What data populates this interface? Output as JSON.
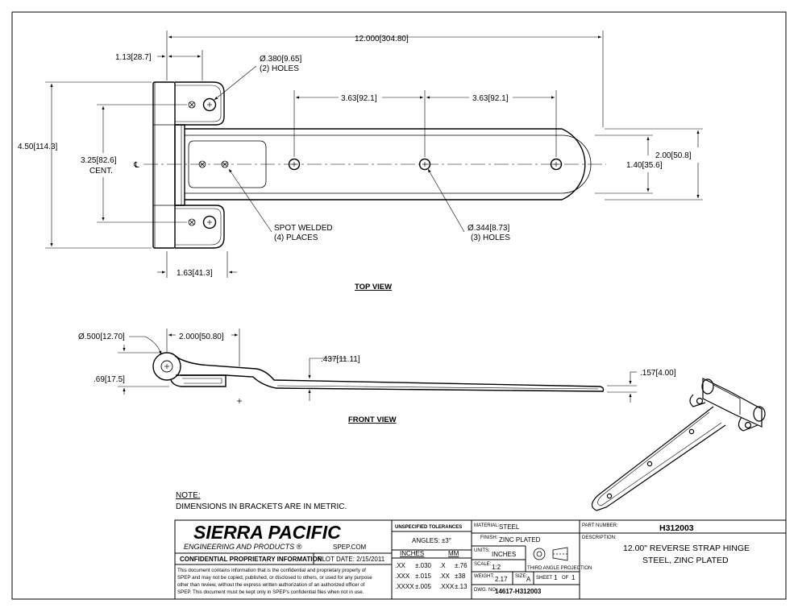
{
  "dims": {
    "overall_length": "12.000[304.80]",
    "leaf_width": "1.13[28.7]",
    "pin_hole": "Ø.380[9.65]",
    "pin_hole_qty": "(2) HOLES",
    "height": "4.50[114.3]",
    "center_a": "3.25[82.6]",
    "center_b": "CENT.",
    "hole_spacing_1": "3.63[92.1]",
    "hole_spacing_2": "3.63[92.1]",
    "strap_width": "2.00[50.8]",
    "strap_inner": "1.40[35.6]",
    "weld_a": "SPOT WELDED",
    "weld_b": "(4) PLACES",
    "strap_hole": "Ø.344[8.73]",
    "strap_hole_qty": "(3) HOLES",
    "leaf_offset": "1.63[41.3]",
    "knuckle_dia": "Ø.500[12.70]",
    "knuckle_len": "2.000[50.80]",
    "rise": ".437[11.11]",
    "knuckle_h": ".69[17.5]",
    "thickness": ".157[4.00]",
    "centerline": "℄"
  },
  "views": {
    "top": "TOP VIEW",
    "front": "FRONT VIEW"
  },
  "note": {
    "title": "NOTE:",
    "text": "DIMENSIONS IN BRACKETS ARE IN METRIC."
  },
  "title_block": {
    "company": "SIERRA PACIFIC",
    "company_sub": "ENGINEERING AND PRODUCTS ®",
    "website": "SPEP.COM",
    "confidential": "CONFIDENTIAL PROPRIETARY INFORMATION",
    "plot_date": "PLOT DATE: 2/15/2011",
    "legal": [
      "This document contains information that is the confidential and proprietary property of",
      "SPEP and may not be copied, published, or disclosed to others, or used for any purpose",
      "other than review, without the express written authorization of an authorized officer of",
      "SPEP. This document must be kept only in SPEP's confidential files when not in use."
    ],
    "tolerances_title": "UNSPECIFIED TOLERANCES",
    "angles": "ANGLES: ±3°",
    "inches_hdr": "INCHES",
    "mm_hdr": "MM",
    "tol_rows": [
      {
        "in_k": ".XX",
        "in_v": "±.030",
        "mm_k": ".X",
        "mm_v": "±.76"
      },
      {
        "in_k": ".XXX",
        "in_v": "±.015",
        "mm_k": ".XX",
        "mm_v": "±38"
      },
      {
        "in_k": ".XXXX",
        "in_v": "±.005",
        "mm_k": ".XXX",
        "mm_v": "±.13"
      }
    ],
    "material_lbl": "MATERIAL:",
    "material": "STEEL",
    "finish_lbl": "FINISH:",
    "finish": "ZINC PLATED",
    "units_lbl": "UNITS:",
    "units": "INCHES",
    "scale_lbl": "SCALE:",
    "scale": "1:2",
    "projection": "THIRD ANGLE PROJECTION",
    "weight_lbl": "WEIGHT:",
    "weight": "2.17",
    "size_lbl": "SIZE:",
    "size": "A",
    "sheet_lbl": "SHEET",
    "sheet": "1",
    "of_lbl": "OF",
    "sheet_total": "1",
    "dwg_lbl": "DWG. NO.",
    "dwg": "14617-H312003",
    "part_lbl": "PART NUMBER:",
    "part": "H312003",
    "desc_lbl": "DESCRIPTION:",
    "desc_1": "12.00\" REVERSE STRAP HINGE",
    "desc_2": "STEEL, ZINC PLATED"
  }
}
